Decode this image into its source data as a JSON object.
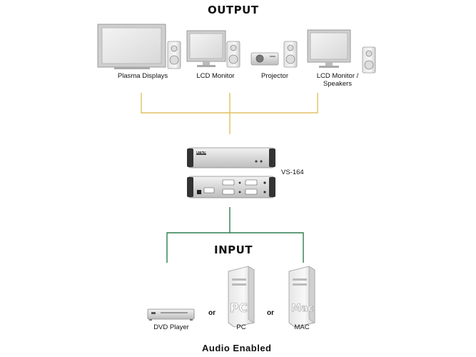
{
  "headings": {
    "output": "OUTPUT",
    "input": "INPUT",
    "footer": "Audio Enabled"
  },
  "outputs": {
    "plasma": "Plasma Displays",
    "lcd": "LCD Monitor",
    "projector": "Projector",
    "lcd_speakers_line1": "LCD Monitor /",
    "lcd_speakers_line2": "Speakers"
  },
  "device": {
    "model": "VS-164",
    "brand": "ATEN"
  },
  "inputs": {
    "dvd": "DVD Player",
    "pc": "PC",
    "mac": "MAC",
    "pc_tower_label": "PC",
    "mac_tower_label": "Mac",
    "or": "or"
  },
  "colors": {
    "output_line": "#e0c060",
    "input_line": "#2e7d4f"
  }
}
